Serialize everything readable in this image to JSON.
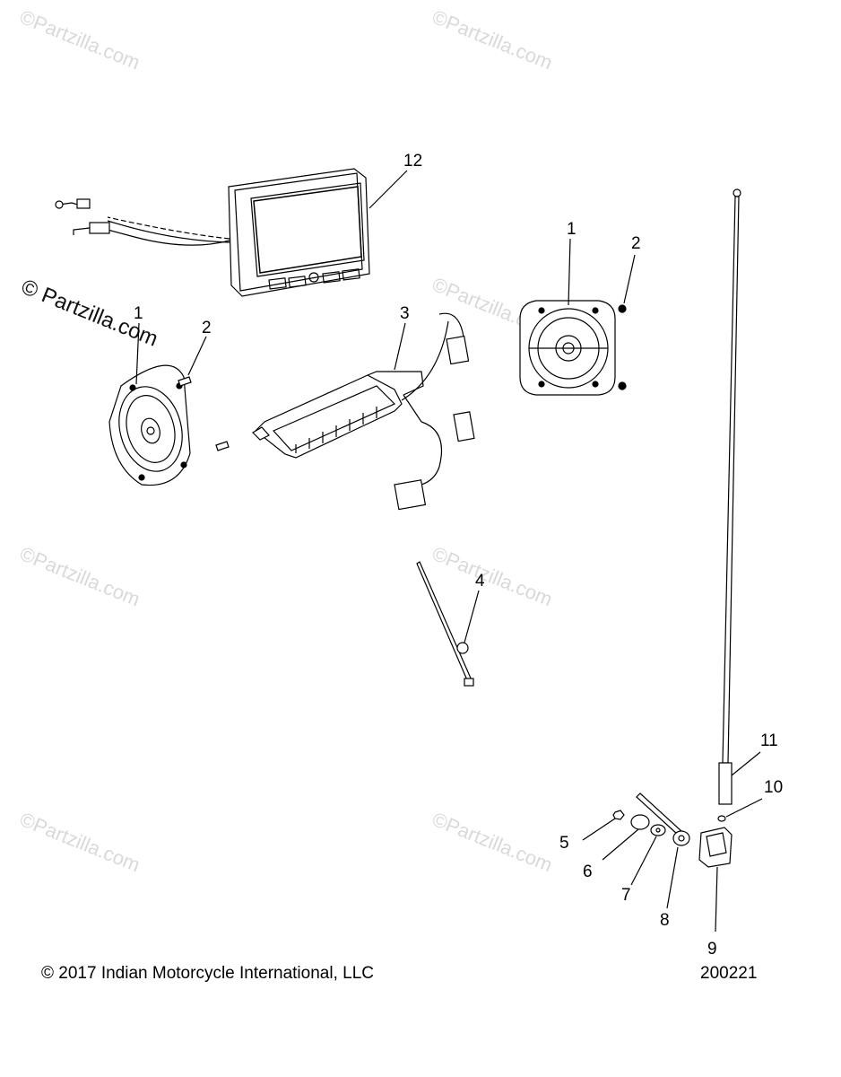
{
  "watermarks": {
    "light": "©Partzilla.com",
    "dark": "© Partzilla.com"
  },
  "callouts": {
    "c12": "12",
    "c1_left": "1",
    "c2_left": "2",
    "c3": "3",
    "c1_right": "1",
    "c2_right": "2",
    "c4": "4",
    "c11": "11",
    "c10": "10",
    "c5": "5",
    "c6": "6",
    "c7": "7",
    "c8": "8",
    "c9": "9"
  },
  "footer": {
    "copyright": "© 2017 Indian Motorcycle International, LLC",
    "diagram_number": "200221"
  }
}
